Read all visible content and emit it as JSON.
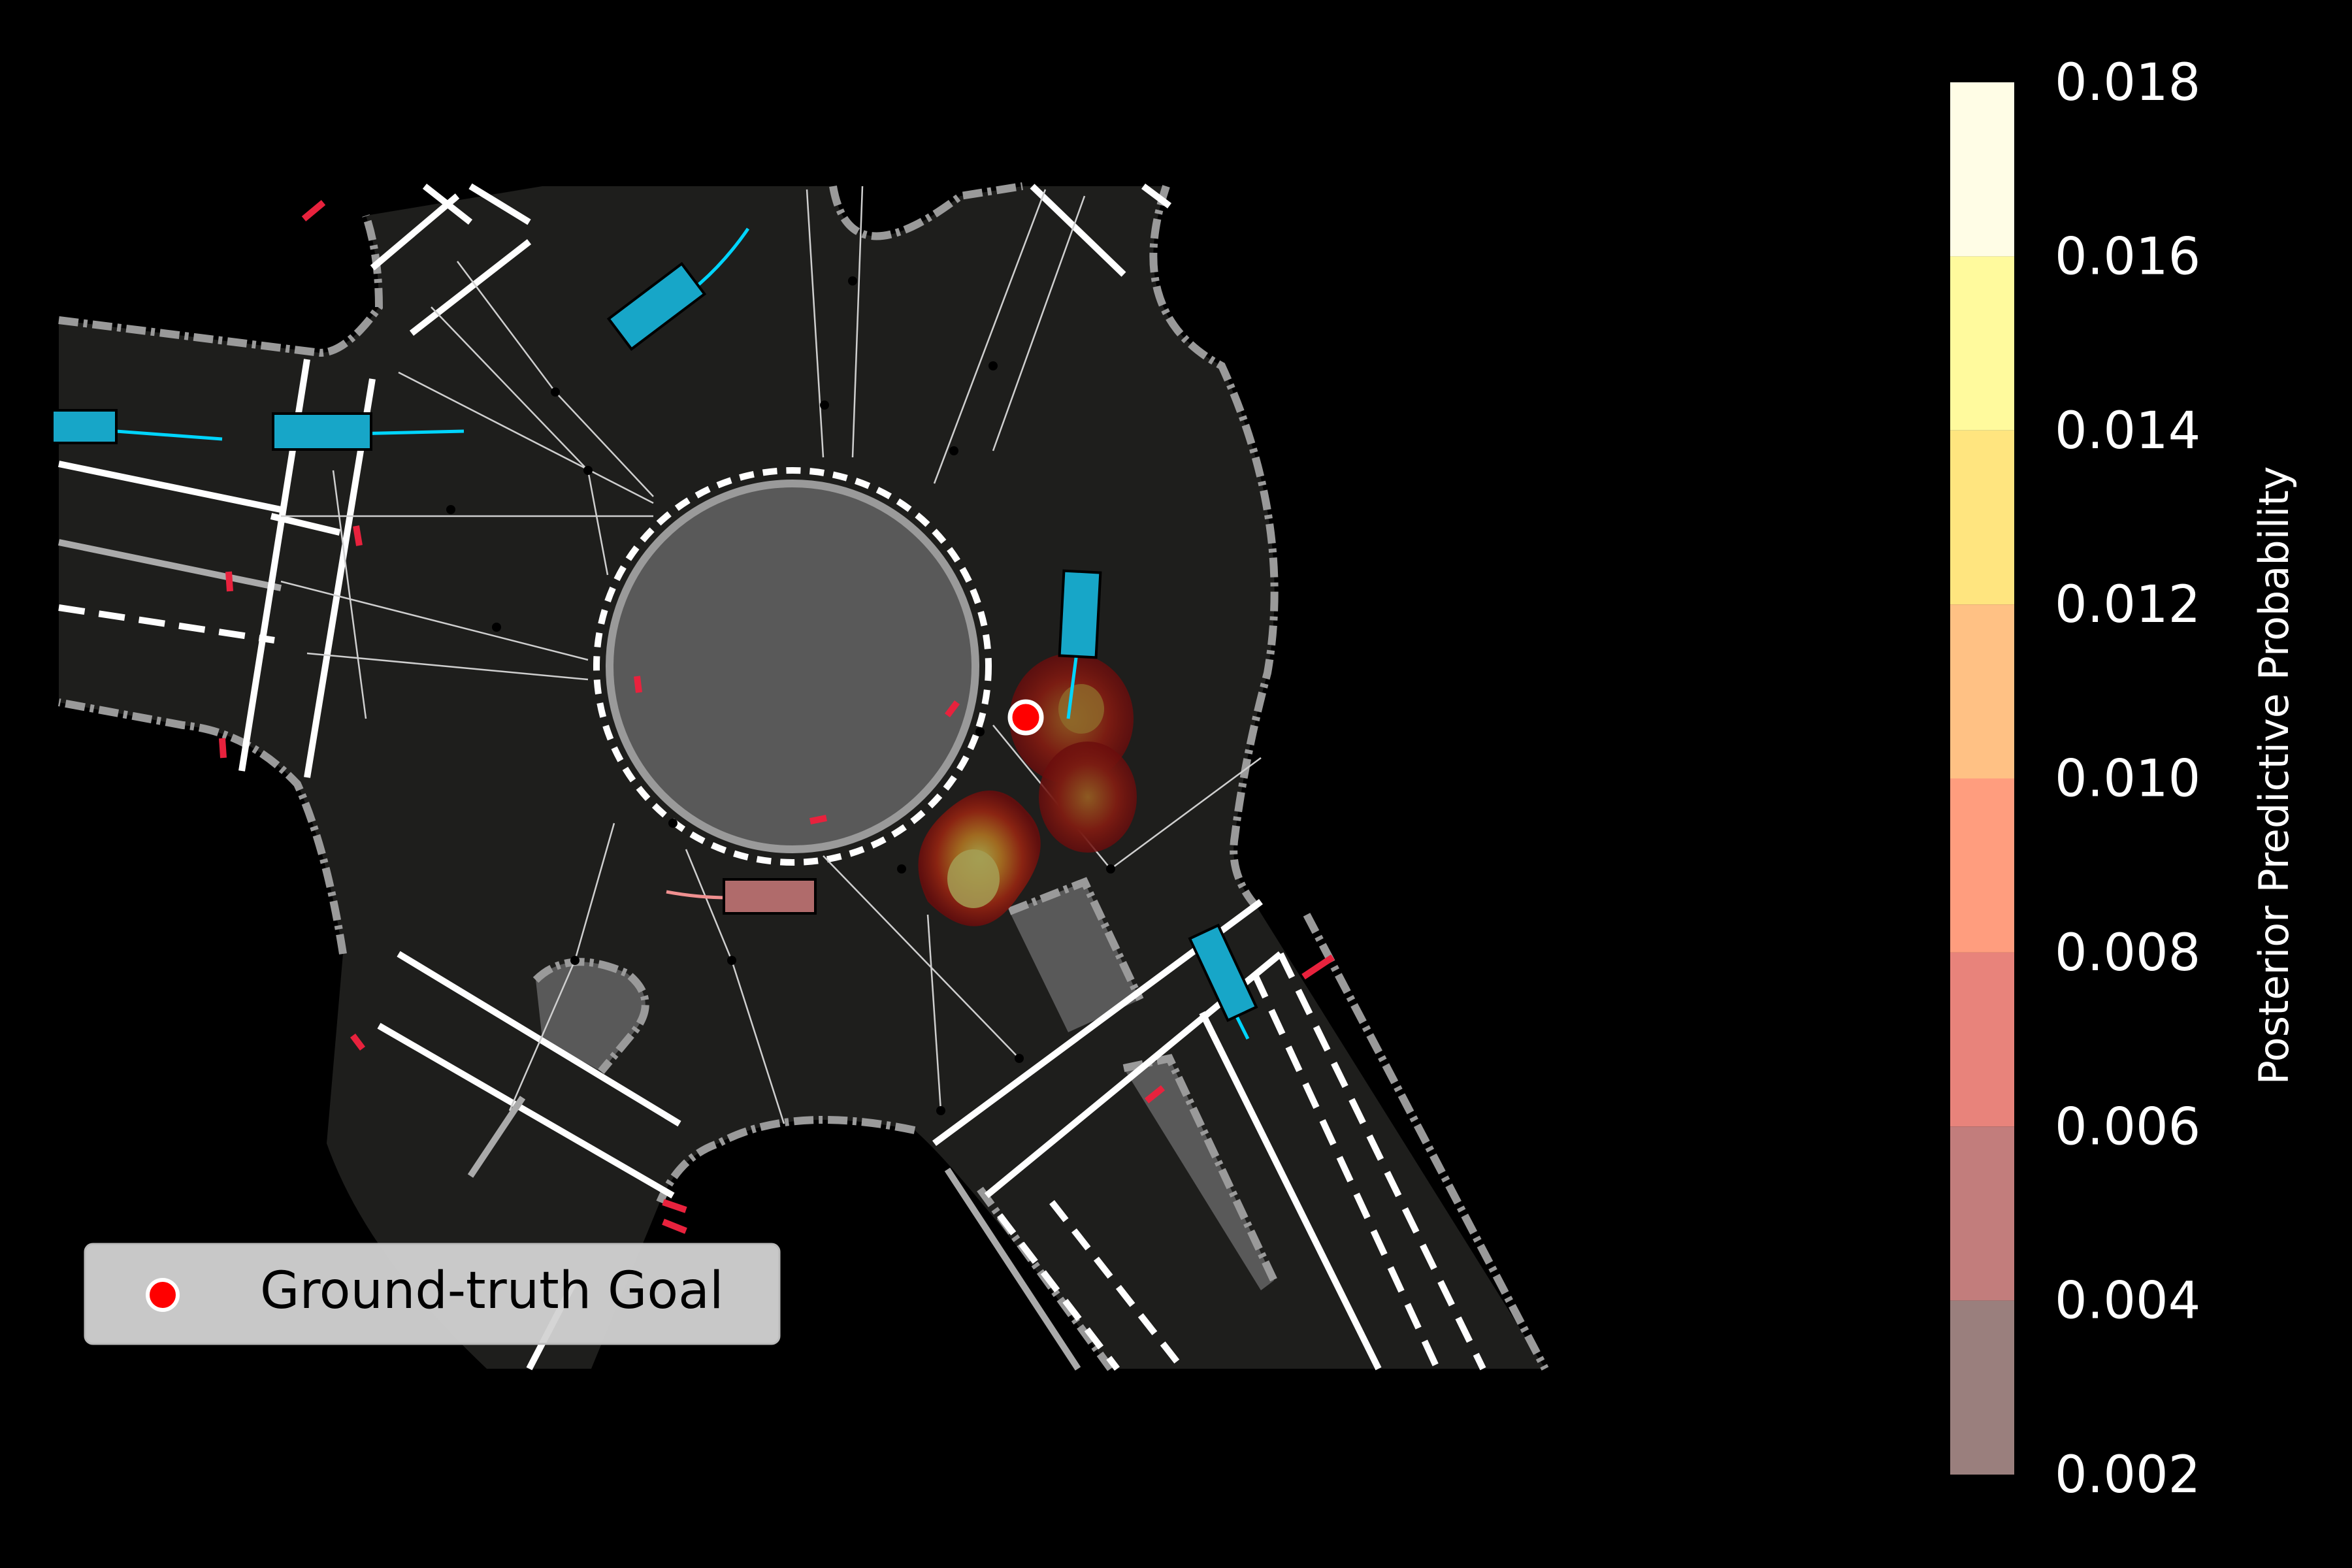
{
  "legend": {
    "goal_label": "Ground-truth Goal",
    "goal_marker_color": "#ff0000"
  },
  "colorbar": {
    "label": "Posterior Predictive Probability",
    "ticks": [
      "0.018",
      "0.016",
      "0.014",
      "0.012",
      "0.010",
      "0.008",
      "0.006",
      "0.004",
      "0.002"
    ],
    "levels": [
      0.002,
      0.004,
      0.006,
      0.008,
      0.01,
      0.012,
      0.014,
      0.016,
      0.018
    ],
    "colors": [
      "#9a7f7d",
      "#c27d7c",
      "#e8837b",
      "#ff9d7e",
      "#ffc184",
      "#ffe57f",
      "#fffa9d",
      "#fffde6"
    ]
  },
  "map": {
    "background_color": "#000000",
    "road_color": "#1e1e1c",
    "island_color": "#595959",
    "vehicle_color": "#17a6c8",
    "ego_vehicle_color": "#b06b6b",
    "pedestrian_color": "#e8223d",
    "trajectory_color": "#00d5ff",
    "ego_trajectory_color": "#f09090"
  }
}
